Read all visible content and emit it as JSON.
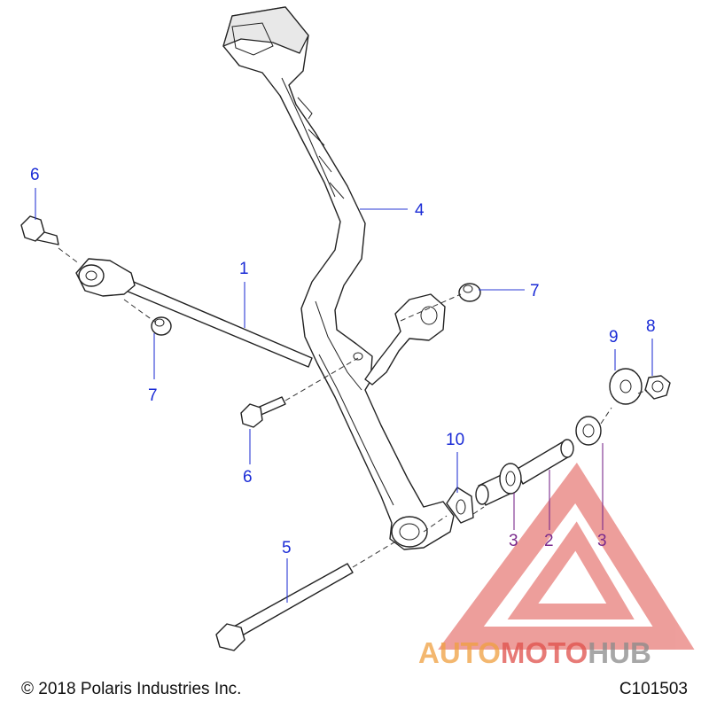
{
  "callouts": {
    "c1": "1",
    "c2": "2",
    "c3a": "3",
    "c3b": "3",
    "c4": "4",
    "c5": "5",
    "c6a": "6",
    "c6b": "6",
    "c7a": "7",
    "c7b": "7",
    "c8": "8",
    "c9": "9",
    "c10": "10"
  },
  "footer": {
    "copyright": "© 2018 Polaris Industries Inc.",
    "drawing_id": "C101503"
  },
  "watermark": {
    "word_part1": "AUTO",
    "word_part2": "MOTO",
    "word_part3": "HUB"
  },
  "colors": {
    "callout_blue": "#1a2bd6",
    "callout_purple": "#7a2a8c",
    "watermark_red": "#e0504a",
    "watermark_orange": "#f0a040",
    "watermark_gray": "#8a8a8a"
  }
}
